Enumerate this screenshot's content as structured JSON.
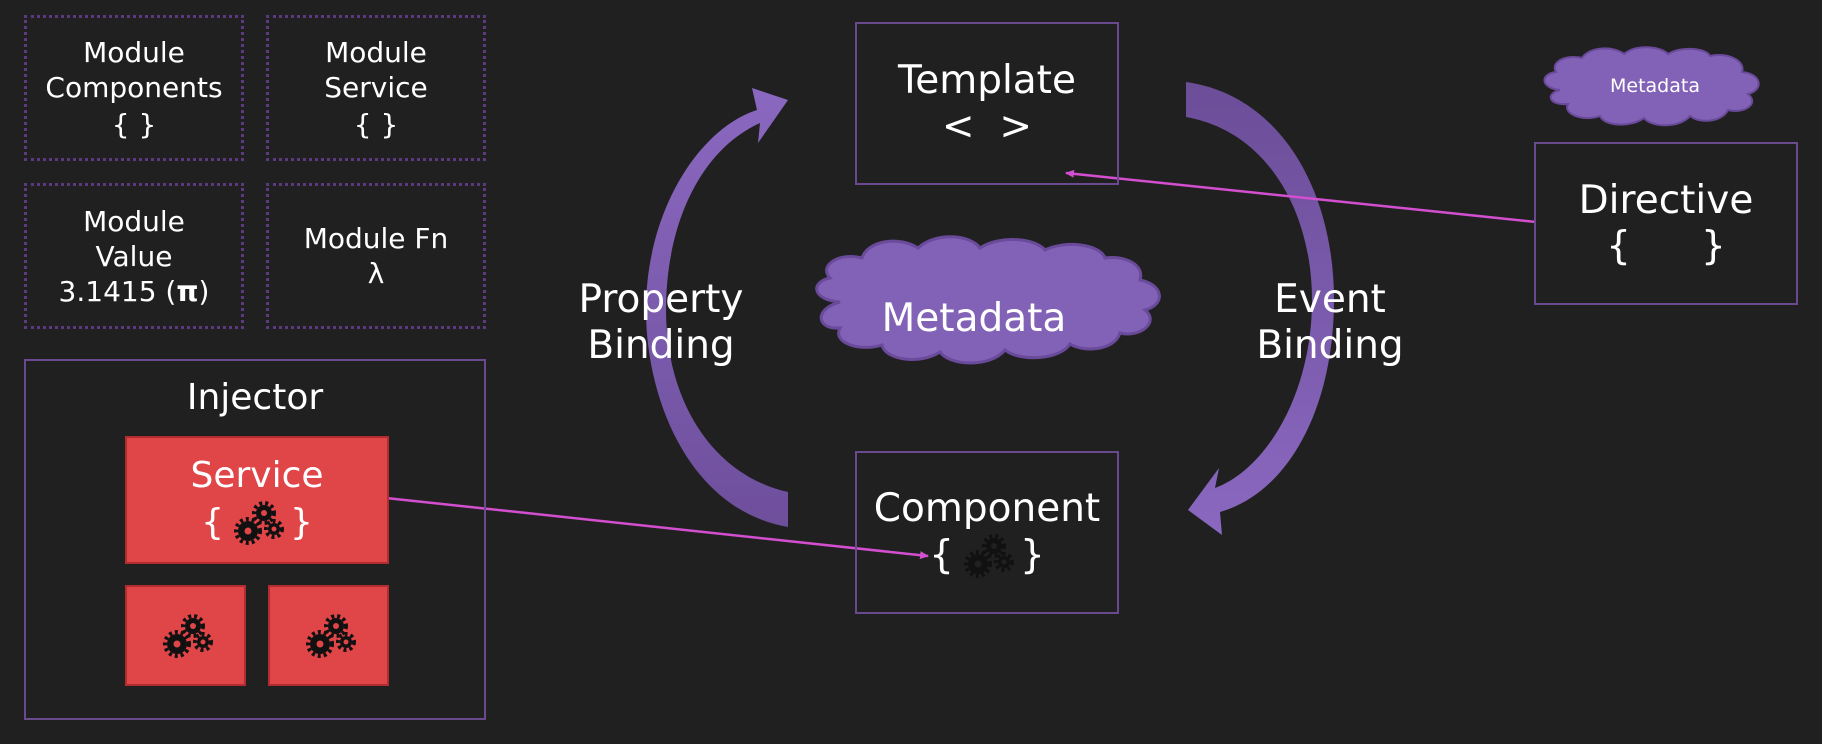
{
  "modules": {
    "components": {
      "line1": "Module",
      "line2": "Components",
      "line3": "{ }"
    },
    "service": {
      "line1": "Module",
      "line2": "Service",
      "line3": "{ }"
    },
    "value": {
      "line1": "Module",
      "line2": "Value",
      "line3_prefix": "3.1415 (",
      "line3_symbol": "π",
      "line3_suffix": ")"
    },
    "fn": {
      "line1": "Module Fn",
      "line2": "λ"
    }
  },
  "injector": {
    "title": "Injector",
    "service": {
      "label": "Service",
      "open": "{",
      "close": "}"
    }
  },
  "template": {
    "title": "Template",
    "symbol": "<  >"
  },
  "component": {
    "title": "Component",
    "open": "{",
    "close": "}"
  },
  "property_binding": {
    "line1": "Property",
    "line2": "Binding"
  },
  "event_binding": {
    "line1": "Event",
    "line2": "Binding"
  },
  "metadata_center": "Metadata",
  "metadata_small": "Metadata",
  "directive": {
    "title": "Directive",
    "open": "{",
    "close": "}"
  },
  "colors": {
    "background": "#212021",
    "purple": "#7f5fb0",
    "box_border": "#6a4a8f",
    "red": "#e04548",
    "link": "#d44fd0"
  },
  "icons": [
    "gears-icon"
  ]
}
